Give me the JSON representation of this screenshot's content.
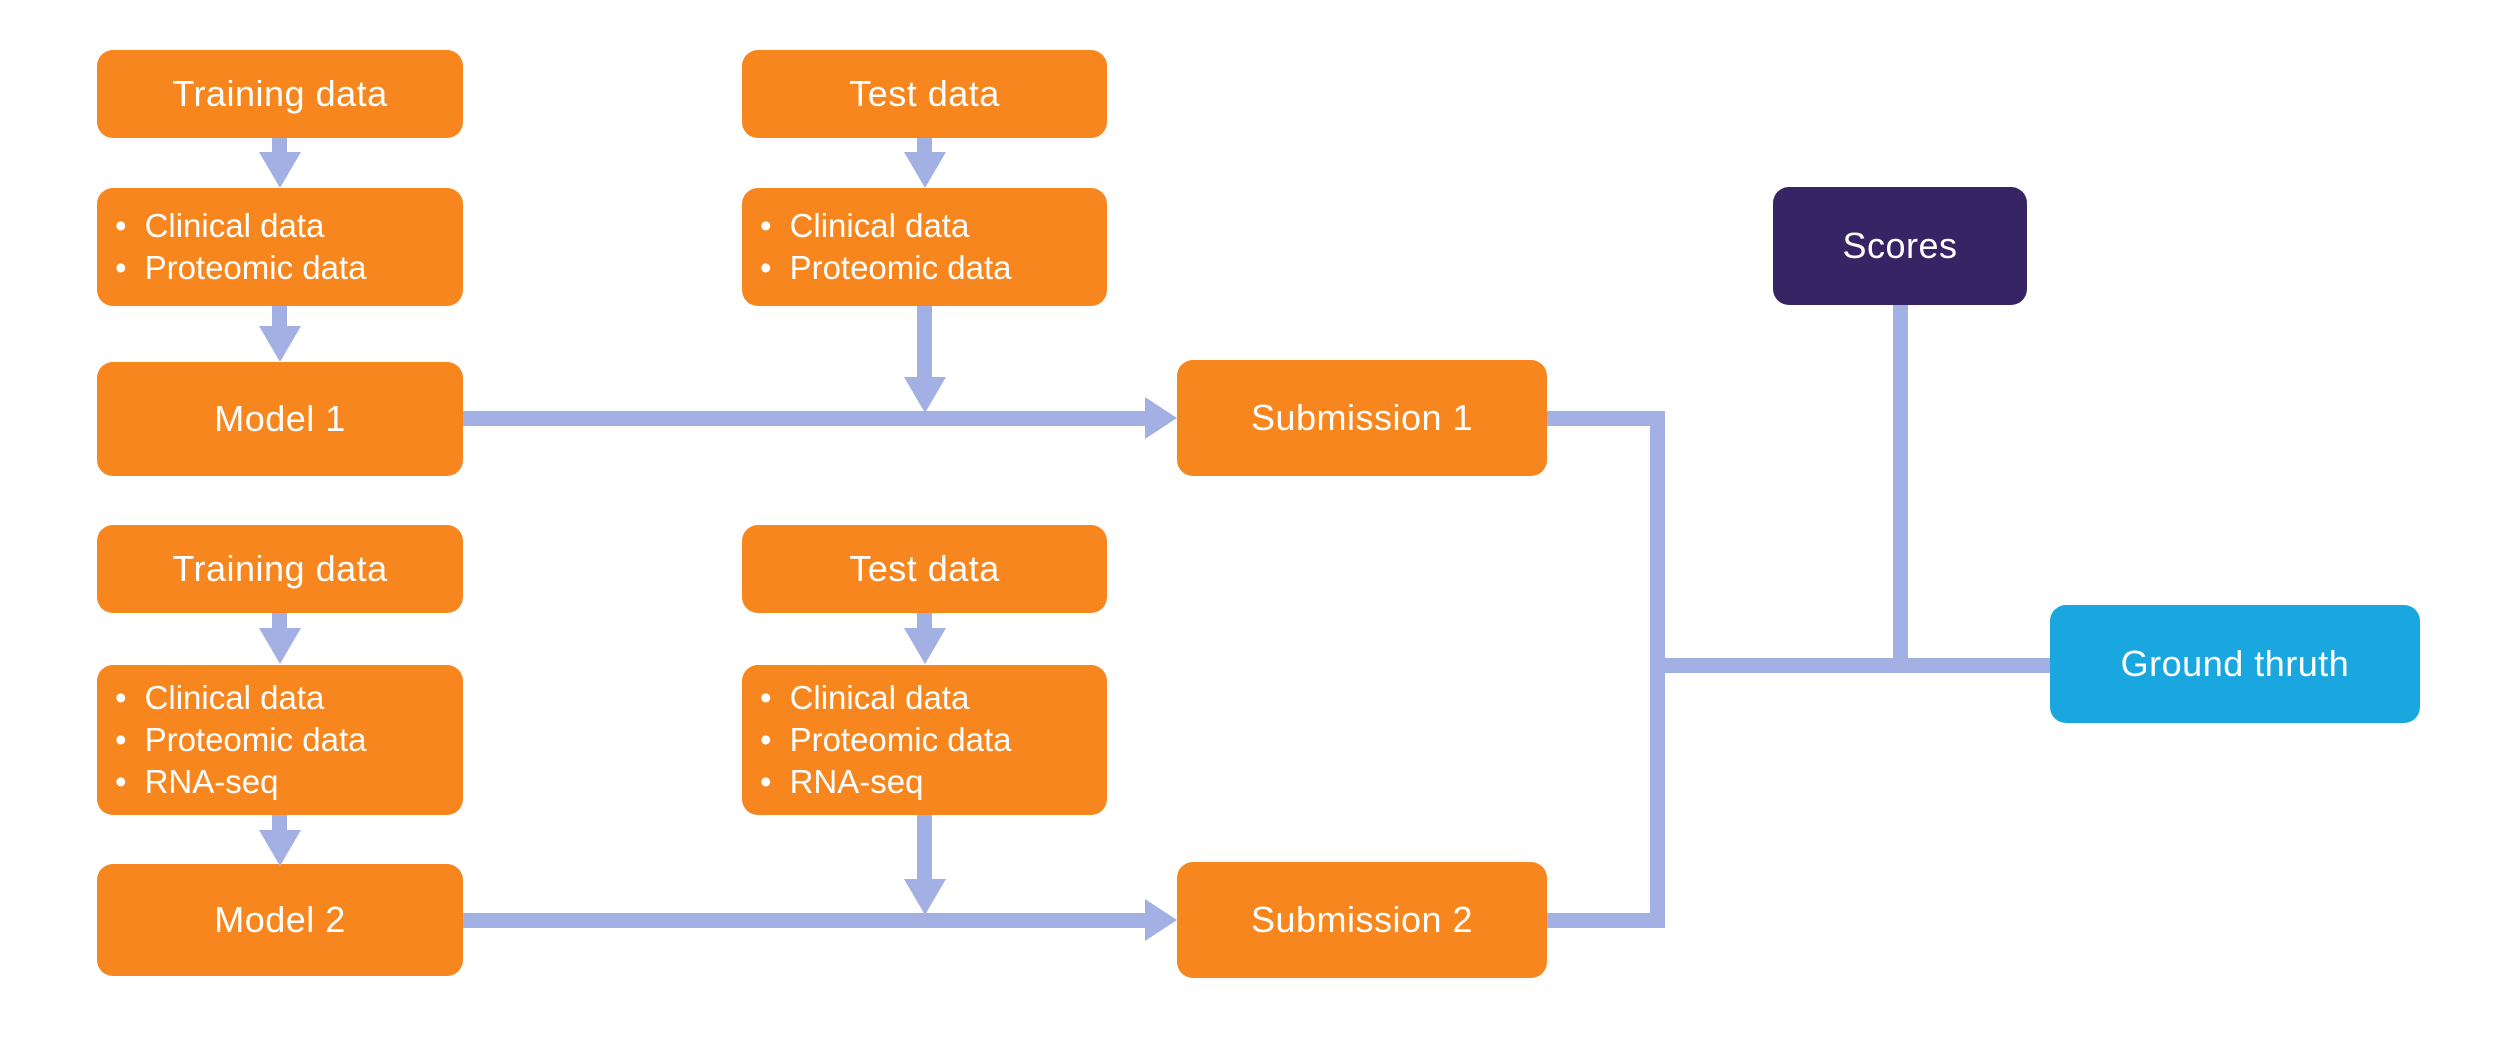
{
  "ui": {
    "bullet": "•"
  },
  "colors": {
    "background": "#FFFFFF",
    "node_orange": "#F7861E",
    "node_purple": "#362465",
    "node_cyan": "#1AA7E0",
    "connector": "#A2B0E4",
    "node_text": "#FFFFFF"
  },
  "nodes": {
    "training1": {
      "label": "Training data"
    },
    "train_inputs1": {
      "items": [
        "Clinical data",
        "Proteomic data"
      ]
    },
    "model1": {
      "label": "Model 1"
    },
    "test1": {
      "label": "Test data"
    },
    "test_inputs1": {
      "items": [
        "Clinical data",
        "Proteomic data"
      ]
    },
    "submission1": {
      "label": "Submission 1"
    },
    "training2": {
      "label": "Training data"
    },
    "train_inputs2": {
      "items": [
        "Clinical data",
        "Proteomic data",
        "RNA-seq"
      ]
    },
    "model2": {
      "label": "Model 2"
    },
    "test2": {
      "label": "Test data"
    },
    "test_inputs2": {
      "items": [
        "Clinical data",
        "Proteomic data",
        "RNA-seq"
      ]
    },
    "submission2": {
      "label": "Submission 2"
    },
    "scores": {
      "label": "Scores"
    },
    "ground_truth": {
      "label": "Ground thruth"
    }
  }
}
